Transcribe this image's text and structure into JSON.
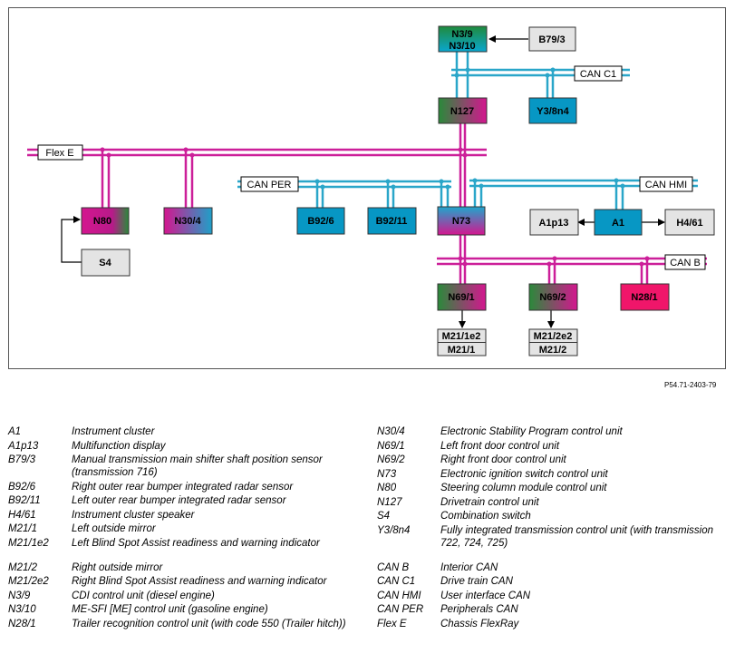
{
  "colors": {
    "bus_magenta": "#cc1f99",
    "bus_cyan": "#2aa6c9",
    "cyan_node": "#0797c4",
    "pink_node": "#f0166a",
    "grey_node": "#e4e4e4"
  },
  "nodes": {
    "n3_9": "N3/9",
    "n3_10": "N3/10",
    "b79_3": "B79/3",
    "n127": "N127",
    "y3_8n4": "Y3/8n4",
    "n80": "N80",
    "n30_4": "N30/4",
    "b92_6": "B92/6",
    "b92_11": "B92/11",
    "n73": "N73",
    "a1p13": "A1p13",
    "a1": "A1",
    "h4_61": "H4/61",
    "s4": "S4",
    "n69_1": "N69/1",
    "n69_2": "N69/2",
    "n28_1": "N28/1",
    "m21_1e2": "M21/1e2",
    "m21_1": "M21/1",
    "m21_2e2": "M21/2e2",
    "m21_2": "M21/2"
  },
  "buses": {
    "can_c1": "CAN C1",
    "flex_e": "Flex E",
    "can_per": "CAN PER",
    "can_hmi": "CAN HMI",
    "can_b": "CAN B"
  },
  "reference_code": "P54.71-2403-79",
  "legend": {
    "left": [
      {
        "code": "A1",
        "desc": "Instrument cluster"
      },
      {
        "code": "A1p13",
        "desc": "Multifunction display"
      },
      {
        "code": "B79/3",
        "desc": "Manual transmission main shifter shaft position sensor (transmission 716)"
      },
      {
        "code": "B92/6",
        "desc": "Right outer rear bumper integrated radar sensor"
      },
      {
        "code": "B92/11",
        "desc": "Left outer rear bumper integrated radar sensor"
      },
      {
        "code": "H4/61",
        "desc": "Instrument cluster speaker"
      },
      {
        "code": "M21/1",
        "desc": "Left outside mirror"
      },
      {
        "code": "M21/1e2",
        "desc": "Left Blind Spot Assist readiness and warning indicator"
      },
      {
        "code": "M21/2",
        "desc": "Right outside mirror"
      },
      {
        "code": "M21/2e2",
        "desc": "Right Blind Spot Assist readiness and warning indicator"
      },
      {
        "code": "N3/9",
        "desc": "CDI control unit (diesel engine)"
      },
      {
        "code": "N3/10",
        "desc": "ME-SFI [ME] control unit (gasoline engine)"
      },
      {
        "code": "N28/1",
        "desc": "Trailer recognition control unit (with code 550 (Trailer hitch))"
      }
    ],
    "right": [
      {
        "code": "N30/4",
        "desc": "Electronic Stability Program control unit"
      },
      {
        "code": "N69/1",
        "desc": "Left front door control unit"
      },
      {
        "code": "N69/2",
        "desc": "Right front door control unit"
      },
      {
        "code": "N73",
        "desc": "Electronic ignition switch control unit"
      },
      {
        "code": "N80",
        "desc": "Steering column module control unit"
      },
      {
        "code": "N127",
        "desc": "Drivetrain control unit"
      },
      {
        "code": "S4",
        "desc": "Combination switch"
      },
      {
        "code": "Y3/8n4",
        "desc": "Fully integrated transmission control unit (with transmission 722, 724, 725)"
      },
      {
        "code": "CAN B",
        "desc": "Interior CAN"
      },
      {
        "code": "CAN C1",
        "desc": "Drive train CAN"
      },
      {
        "code": "CAN HMI",
        "desc": "User interface CAN"
      },
      {
        "code": "CAN PER",
        "desc": "Peripherals CAN"
      },
      {
        "code": "Flex E",
        "desc": "Chassis FlexRay"
      }
    ]
  }
}
